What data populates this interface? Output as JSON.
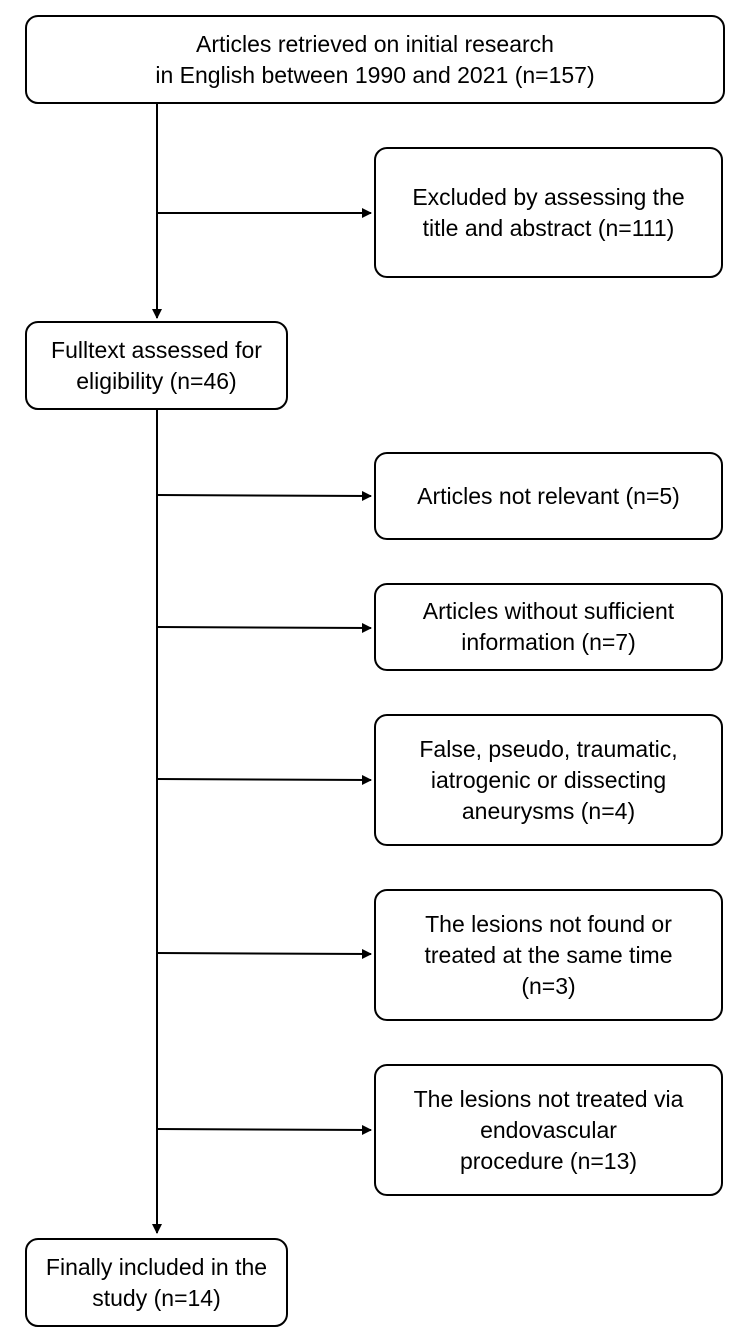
{
  "nodes": {
    "initial": {
      "lines": [
        "Articles retrieved on initial research",
        "in English between 1990 and 2021 (n=157)"
      ]
    },
    "excluded_title": {
      "lines": [
        "Excluded by assessing the",
        "title and abstract (n=111)"
      ]
    },
    "fulltext": {
      "lines": [
        "Fulltext assessed for",
        "eligibility (n=46)"
      ]
    },
    "not_relevant": {
      "lines": [
        "Articles not relevant (n=5)"
      ]
    },
    "insufficient": {
      "lines": [
        "Articles without sufficient",
        "information (n=7)"
      ]
    },
    "false_pseudo": {
      "lines": [
        "False, pseudo, traumatic,",
        "iatrogenic or dissecting",
        "aneurysms (n=4)"
      ]
    },
    "not_same_time": {
      "lines": [
        "The lesions not found or",
        "treated at the same time",
        "(n=3)"
      ]
    },
    "not_endovascular": {
      "lines": [
        "The lesions not treated via",
        "endovascular",
        "procedure (n=13)"
      ]
    },
    "included": {
      "lines": [
        "Finally included in the",
        "study (n=14)"
      ]
    }
  },
  "colors": {
    "stroke": "#000000",
    "fill": "#ffffff",
    "text": "#000000"
  }
}
